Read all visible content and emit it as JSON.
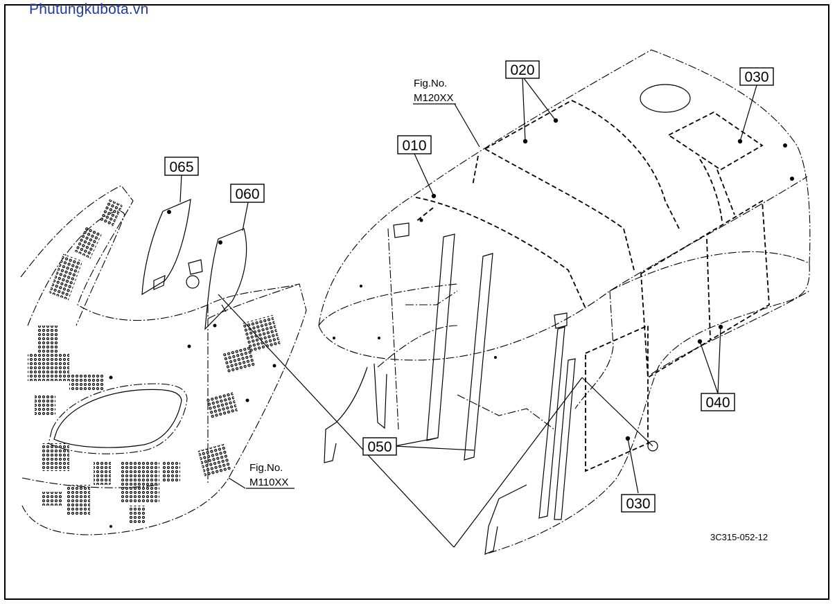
{
  "watermark": "Phutungkubota.vn",
  "callouts": {
    "p010": "010",
    "p020": "020",
    "p030_top": "030",
    "p030_bottom": "030",
    "p040": "040",
    "p050": "050",
    "p060": "060",
    "p065": "065"
  },
  "fig_refs": {
    "top": {
      "label": "Fig.No.",
      "number": "M120XX"
    },
    "bottom": {
      "label": "Fig.No.",
      "number": "M110XX"
    }
  },
  "drawing_code": "3C315-052-12",
  "colors": {
    "ink": "#000000",
    "paper": "#ffffff",
    "watermark": "#1e3a9e"
  }
}
